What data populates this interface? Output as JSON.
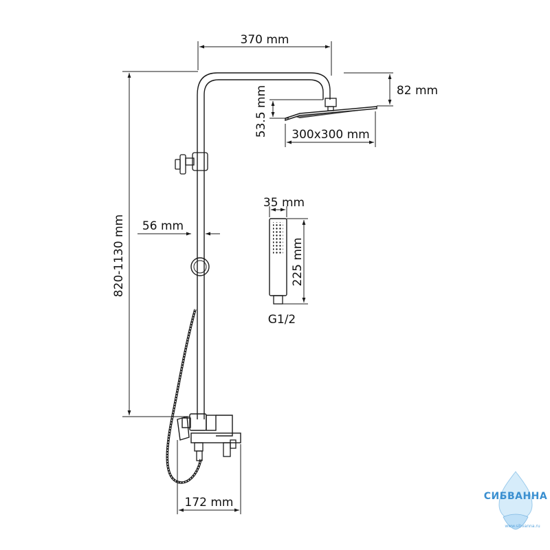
{
  "dimensions": {
    "arm_length": "370 mm",
    "head_offset": "82 mm",
    "head_drop": "53.5 mm",
    "head_size": "300x300 mm",
    "handset_width": "35 mm",
    "handset_length": "225 mm",
    "handset_thread": "G1/2",
    "riser_offset": "56 mm",
    "height_range": "820-1130 mm",
    "spout_length": "172 mm"
  },
  "logo": {
    "name": "СИБВАННА",
    "url": "www.sibvanna.ru",
    "color": "#3a8fd0"
  },
  "colors": {
    "line": "#1a1a1a"
  }
}
